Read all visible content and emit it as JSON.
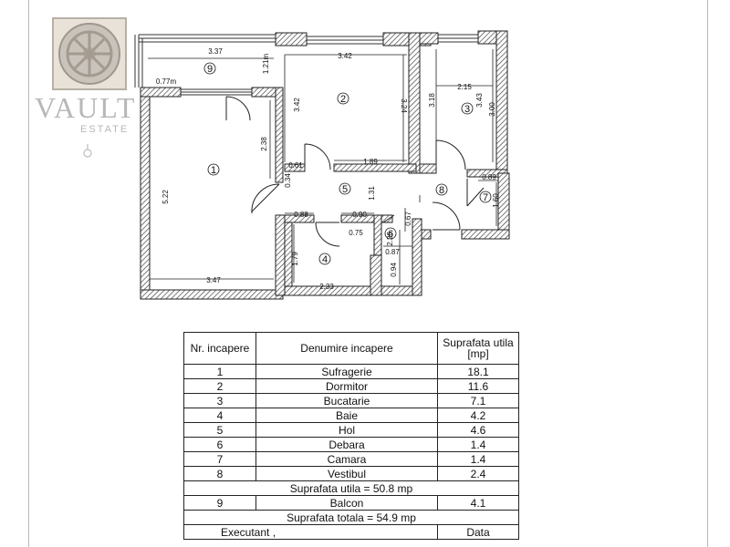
{
  "watermark": {
    "brand": "VAULT",
    "sub": "ESTATE",
    "icon": "vault-door-icon"
  },
  "plan": {
    "rooms": [
      "1",
      "2",
      "3",
      "4",
      "5",
      "6",
      "7",
      "8",
      "9"
    ],
    "dimensions": {
      "d_337": "3.37",
      "d_121": "1.21m",
      "d_077": "0.77m",
      "d_342_top": "3.42",
      "d_342_side": "3.42",
      "d_324": "3.24",
      "d_215": "2.15",
      "d_318": "3.18",
      "d_343": "3.43",
      "d_300": "3.00",
      "d_238": "2.38",
      "d_061": "0.61",
      "d_034": "0.34",
      "d_189": "1.89",
      "d_131": "1.31",
      "d_089": "0.89",
      "d_160": "1.60",
      "d_522": "5.22",
      "d_088": "0.88",
      "d_090": "0.90",
      "d_075": "0.75",
      "d_087": "0.87",
      "d_067": "0.67",
      "d_226": "2.26",
      "d_179": "1.79",
      "d_094": "0.94",
      "d_347": "3.47",
      "d_233": "2.33"
    }
  },
  "table": {
    "headers": [
      "Nr. incapere",
      "Denumire incapere",
      "Suprafata utila [mp]"
    ],
    "rows": [
      {
        "nr": "1",
        "name": "Sufragerie",
        "area": "18.1"
      },
      {
        "nr": "2",
        "name": "Dormitor",
        "area": "11.6"
      },
      {
        "nr": "3",
        "name": "Bucatarie",
        "area": "7.1"
      },
      {
        "nr": "4",
        "name": "Baie",
        "area": "4.2"
      },
      {
        "nr": "5",
        "name": "Hol",
        "area": "4.6"
      },
      {
        "nr": "6",
        "name": "Debara",
        "area": "1.4"
      },
      {
        "nr": "7",
        "name": "Camara",
        "area": "1.4"
      },
      {
        "nr": "8",
        "name": "Vestibul",
        "area": "2.4"
      }
    ],
    "subtotal": "Suprafata utila =  50.8 mp",
    "balcony": {
      "nr": "9",
      "name": "Balcon",
      "area": "4.1"
    },
    "total": "Suprafata totala = 54.9 mp",
    "footer": {
      "executant": "Executant ,",
      "data": "Data"
    }
  }
}
